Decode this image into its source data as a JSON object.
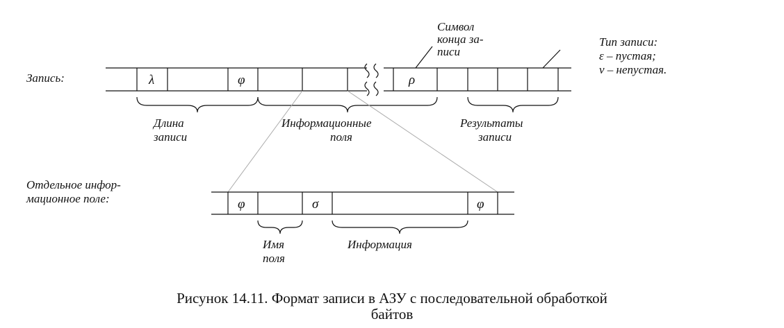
{
  "record": {
    "label": "Запись:",
    "symbols": {
      "lambda": "λ",
      "phi": "φ",
      "rho": "ρ"
    }
  },
  "end_symbol_note": [
    "Символ",
    "конца за-",
    "писи"
  ],
  "record_type_note": [
    "Тип записи:",
    "ε – пустая;",
    "ν – непустая."
  ],
  "groups": {
    "length": [
      "Длина",
      "записи"
    ],
    "info_fields": [
      "Информационные",
      "поля"
    ],
    "results": [
      "Результаты",
      "записи"
    ]
  },
  "field": {
    "label": [
      "Отдельное инфор-",
      "мационное поле:"
    ],
    "symbols": {
      "phi_start": "φ",
      "sigma": "σ",
      "phi_end": "φ"
    },
    "name_group": [
      "Имя",
      "поля"
    ],
    "info_group": "Информация"
  },
  "caption": [
    "Рисунок 14.11. Формат записи в АЗУ с последовательной обработкой",
    "байтов"
  ]
}
